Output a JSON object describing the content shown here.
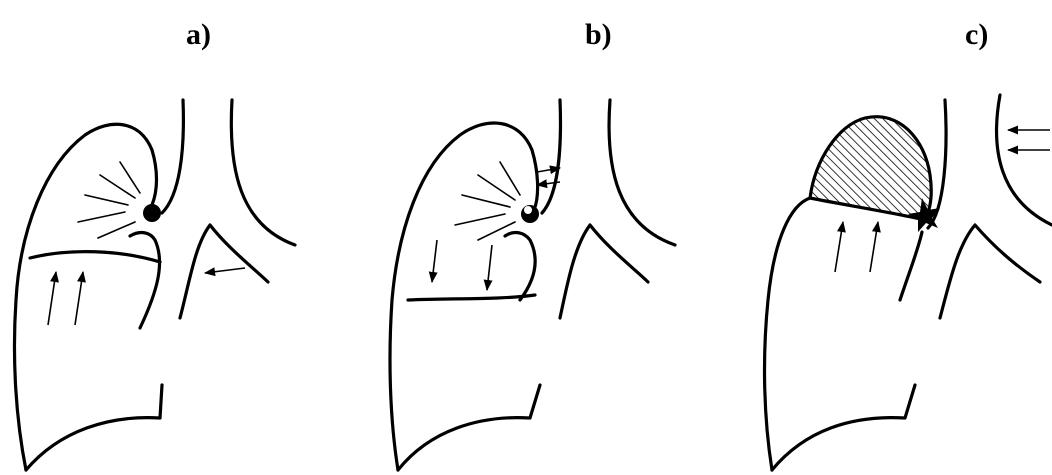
{
  "panels": [
    {
      "label": "a)"
    },
    {
      "label": "b)"
    },
    {
      "label": "c)"
    }
  ],
  "colors": {
    "ink": "#000000",
    "background": "#ffffff"
  }
}
